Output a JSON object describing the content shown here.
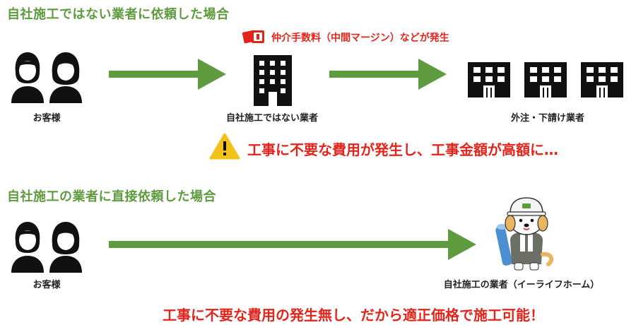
{
  "case1": {
    "heading": "自社施工ではない業者に依頼した場合",
    "customer_label": "お客様",
    "middle_label": "自社施工ではない業者",
    "fee_note": "仲介手数料（中間マージン）などが発生",
    "subcontractor_label": "外注・下請け業者",
    "warning_text": "工事に不要な費用が発生し、工事金額が高額に…",
    "colors": {
      "heading": "#5e9a3e",
      "arrow": "#5e9a3e",
      "alert": "#e3241b",
      "warning_icon": "#f2c21b"
    }
  },
  "case2": {
    "heading": "自社施工の業者に直接依頼した場合",
    "customer_label": "お客様",
    "contractor_label": "自社施工の業者（イーライフホーム）",
    "conclusion": "工事に不要な費用の発生無し、だから適正価格で施工可能！"
  },
  "icons": [
    "people-icon",
    "office-building-icon",
    "money-icon",
    "factory-building-icon",
    "warning-icon",
    "mascot-worker-dog"
  ]
}
